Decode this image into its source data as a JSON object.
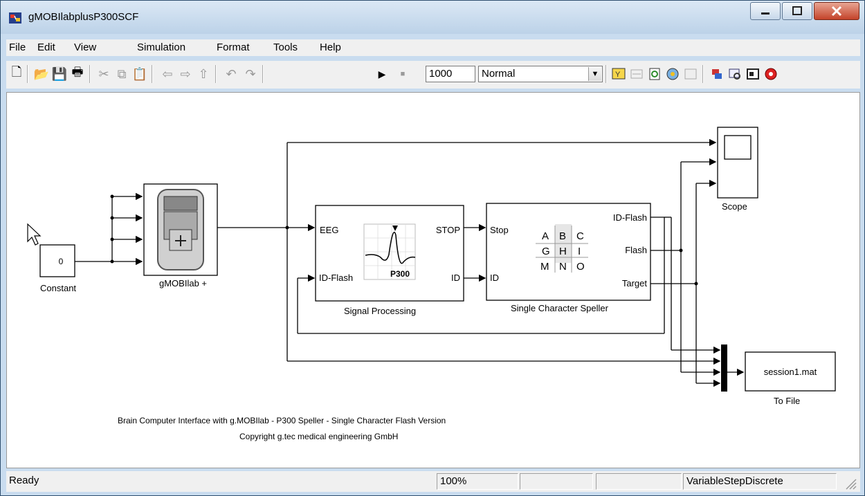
{
  "window": {
    "title": "gMOBIlabplusP300SCF"
  },
  "menu": [
    "File",
    "Edit",
    "View",
    "Simulation",
    "Format",
    "Tools",
    "Help"
  ],
  "toolbar": {
    "stop_time": "1000",
    "sim_mode": "Normal"
  },
  "blocks": {
    "constant": {
      "value": "0",
      "label": "Constant"
    },
    "gmobilab": {
      "label": "gMOBIlab +"
    },
    "signal_processing": {
      "label": "Signal Processing",
      "port_eeg": "EEG",
      "port_id_flash": "ID-Flash",
      "port_stop": "STOP",
      "port_id": "ID",
      "icon_text": "P300"
    },
    "speller": {
      "label": "Single Character Speller",
      "port_stop": "Stop",
      "port_id": "ID",
      "port_id_flash": "ID-Flash",
      "port_flash": "Flash",
      "port_target": "Target",
      "grid": [
        [
          "A",
          "B",
          "C"
        ],
        [
          "G",
          "H",
          "I"
        ],
        [
          "M",
          "N",
          "O"
        ]
      ]
    },
    "scope": {
      "label": "Scope"
    },
    "tofile": {
      "filename": "session1.mat",
      "label": "To File"
    }
  },
  "annotation": {
    "line1": "Brain Computer Interface with g.MOBIlab - P300 Speller - Single Character Flash Version",
    "line2": "Copyright g.tec medical engineering GmbH"
  },
  "status": {
    "text": "Ready",
    "zoom": "100%",
    "solver": "VariableStepDiscrete"
  }
}
